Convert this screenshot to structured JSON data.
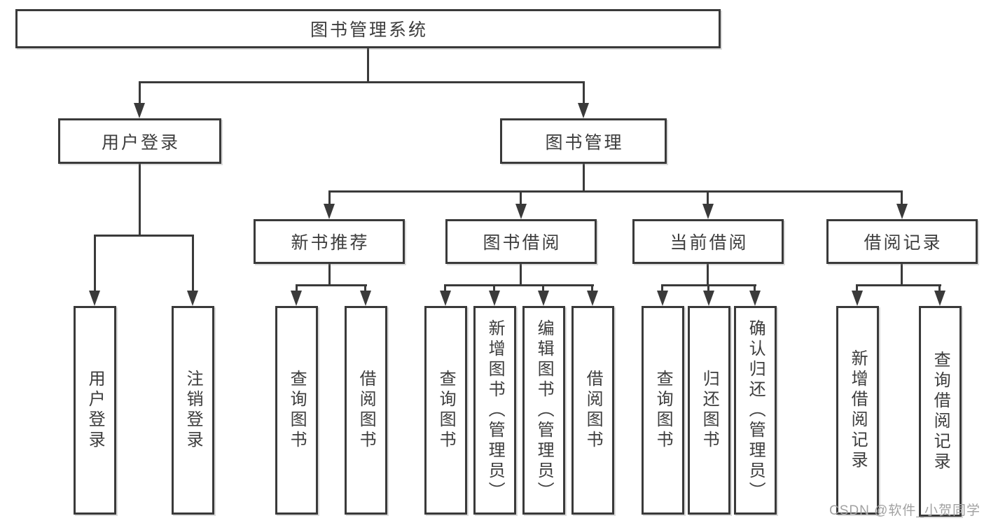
{
  "colors": {
    "line": "#3a3a3a",
    "box_border": "#3a3a3a",
    "label_text": "#3d3d3d",
    "watermark_text": "#a2a2a2",
    "background": "#ffffff"
  },
  "tree": {
    "root": "图书管理系统",
    "children": [
      {
        "label": "用户登录",
        "children": [
          {
            "label": "用户登录"
          },
          {
            "label": "注销登录"
          }
        ]
      },
      {
        "label": "图书管理",
        "children": [
          {
            "label": "新书推荐",
            "children": [
              {
                "label": "查询图书"
              },
              {
                "label": "借阅图书"
              }
            ]
          },
          {
            "label": "图书借阅",
            "children": [
              {
                "label": "查询图书"
              },
              {
                "label": "新增图书（管理员）"
              },
              {
                "label": "编辑图书（管理员）"
              },
              {
                "label": "借阅图书"
              }
            ]
          },
          {
            "label": "当前借阅",
            "children": [
              {
                "label": "查询图书"
              },
              {
                "label": "归还图书"
              },
              {
                "label": "确认归还（管理员）"
              }
            ]
          },
          {
            "label": "借阅记录",
            "children": [
              {
                "label": "新增借阅记录"
              },
              {
                "label": "查询借阅记录"
              }
            ]
          }
        ]
      }
    ]
  },
  "watermark": {
    "text": "CSDN @软件_小贺同学"
  }
}
